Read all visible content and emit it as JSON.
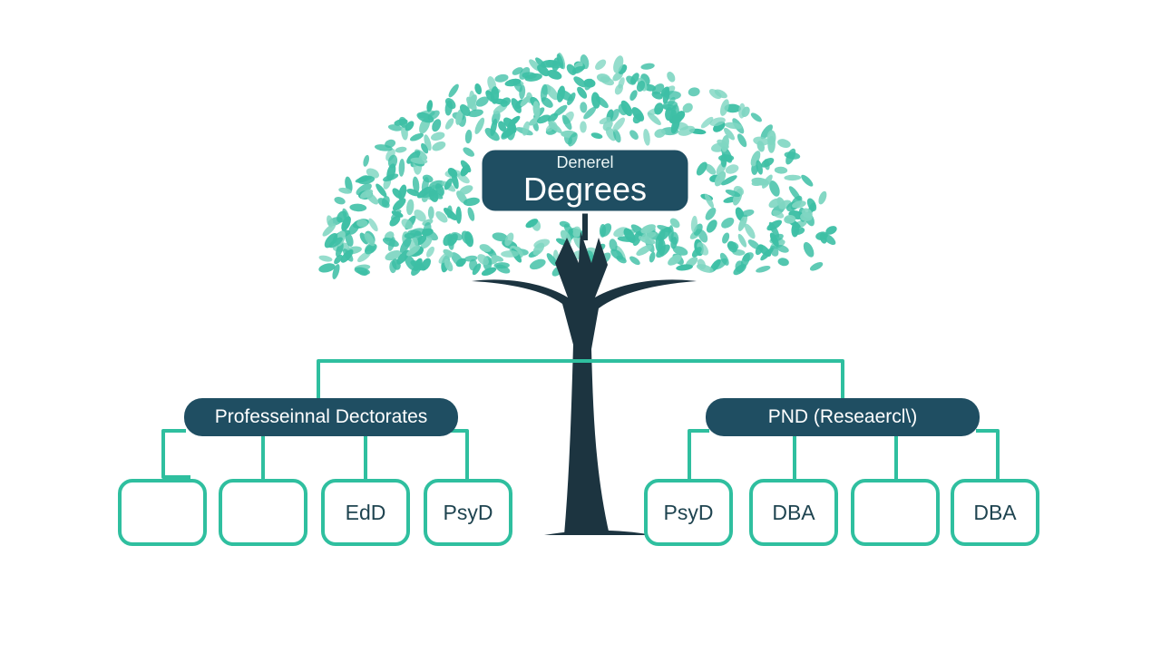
{
  "diagram": {
    "root": {
      "subtitle": "Denerel",
      "title": "Degrees"
    },
    "branches": [
      {
        "label": "Professeinnal Dectorates",
        "children": [
          "",
          "",
          "EdD",
          "PsyD"
        ]
      },
      {
        "label": "PND (Reseaercl\\)",
        "children": [
          "PsyD",
          "DBA",
          "",
          "DBA"
        ]
      }
    ]
  },
  "colors": {
    "background": "#ffffff",
    "navy": "#1f4e62",
    "trunk": "#1c3440",
    "teal": "#2fbf9f",
    "leaf": "#3dbfa5",
    "leaf_light": "#7fd6c2",
    "leaf_text": "#1f4450"
  }
}
